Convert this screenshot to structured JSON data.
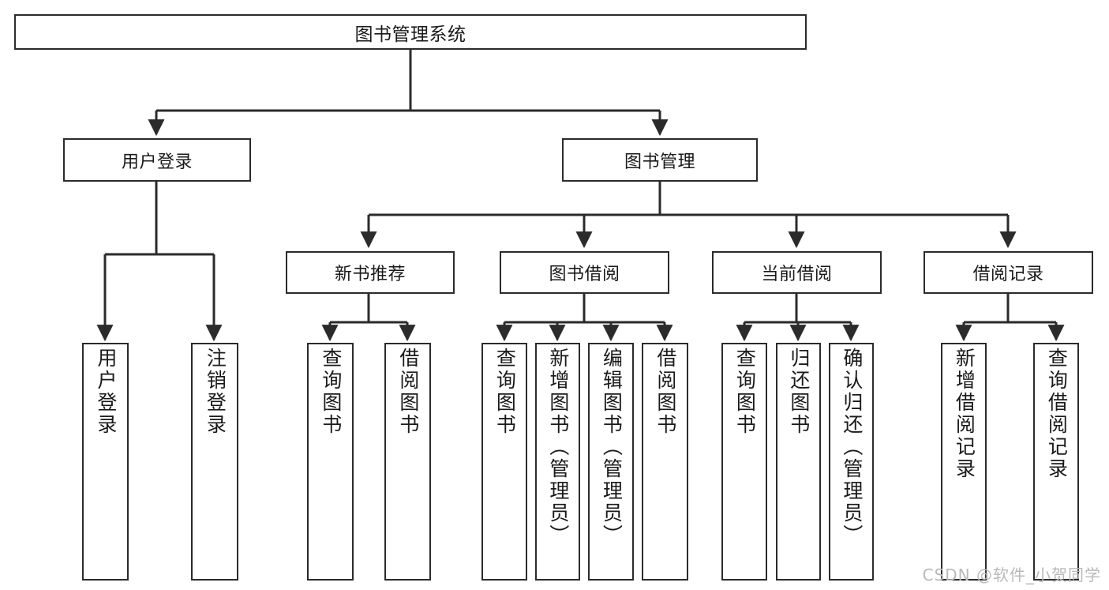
{
  "diagram": {
    "title": "图书管理系统",
    "type": "tree-hierarchy-chart",
    "watermark": "CSDN @软件_小贺同学",
    "colors": {
      "box_border": "#2b2b2b",
      "box_fill": "#ffffff",
      "connector": "#2b2b2b",
      "text": "#1a1a1a",
      "watermark": "#b9b9b9",
      "background": "#ffffff"
    },
    "root": {
      "id": "root",
      "label": "图书管理系统"
    },
    "level2": [
      {
        "id": "user-login",
        "label": "用户登录"
      },
      {
        "id": "book-manage",
        "label": "图书管理"
      }
    ],
    "level3": [
      {
        "id": "new-book-rec",
        "label": "新书推荐"
      },
      {
        "id": "book-borrow",
        "label": "图书借阅"
      },
      {
        "id": "current-borrow",
        "label": "当前借阅"
      },
      {
        "id": "borrow-record",
        "label": "借阅记录"
      }
    ],
    "leaves": [
      {
        "id": "leaf-user-login",
        "label": "用户登录",
        "parent": "user-login"
      },
      {
        "id": "leaf-logout",
        "label": "注销登录",
        "parent": "user-login"
      },
      {
        "id": "leaf-query-book-1",
        "label": "查询图书",
        "parent": "new-book-rec"
      },
      {
        "id": "leaf-borrow-book-1",
        "label": "借阅图书",
        "parent": "new-book-rec"
      },
      {
        "id": "leaf-query-book-2",
        "label": "查询图书",
        "parent": "book-borrow"
      },
      {
        "id": "leaf-add-book",
        "label": "新增图书（管理员）",
        "parent": "book-borrow"
      },
      {
        "id": "leaf-edit-book",
        "label": "编辑图书（管理员）",
        "parent": "book-borrow"
      },
      {
        "id": "leaf-borrow-book-2",
        "label": "借阅图书",
        "parent": "book-borrow"
      },
      {
        "id": "leaf-query-book-3",
        "label": "查询图书",
        "parent": "current-borrow"
      },
      {
        "id": "leaf-return-book",
        "label": "归还图书",
        "parent": "current-borrow"
      },
      {
        "id": "leaf-confirm-return",
        "label": "确认归还（管理员）",
        "parent": "current-borrow"
      },
      {
        "id": "leaf-add-record",
        "label": "新增借阅记录",
        "parent": "borrow-record"
      },
      {
        "id": "leaf-query-record",
        "label": "查询借阅记录",
        "parent": "borrow-record"
      }
    ]
  }
}
